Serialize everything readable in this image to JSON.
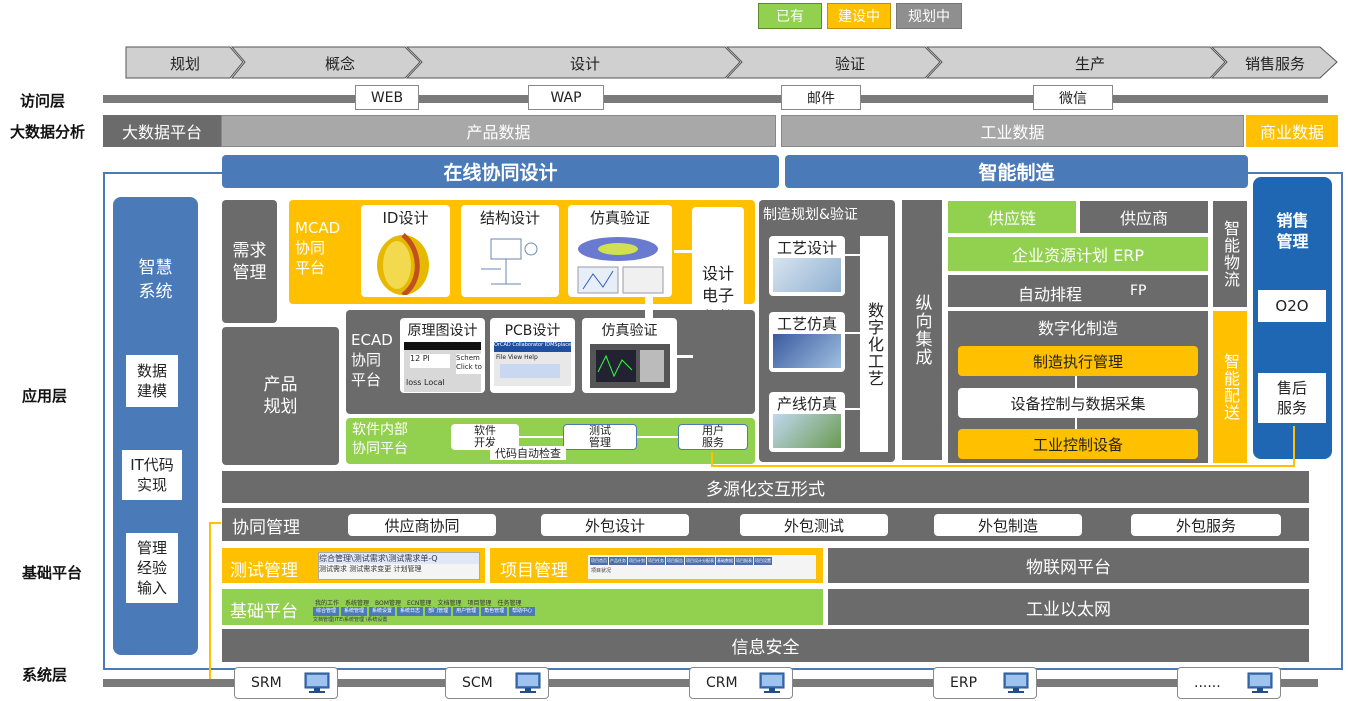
{
  "legend": {
    "existing": "已有",
    "building": "建设中",
    "planning": "规划中"
  },
  "stages": [
    "规划",
    "概念",
    "设计",
    "验证",
    "生产",
    "销售服务"
  ],
  "layers": {
    "access": "访问层",
    "bigdata": "大数据分析",
    "application": "应用层",
    "base": "基础平台",
    "system": "系统层"
  },
  "access_channels": [
    "WEB",
    "WAP",
    "邮件",
    "微信"
  ],
  "bigdata": {
    "platform": "大数据平台",
    "product": "产品数据",
    "industrial": "工业数据",
    "business": "商业数据"
  },
  "headers": {
    "online_design": "在线协同设计",
    "smart_mfg": "智能制造"
  },
  "left_col": {
    "smart_system": "智慧\n系统",
    "data_model": "数据\n建模",
    "it_code": "IT代码\n实现",
    "mgmt_exp": "管理\n经验\n输入"
  },
  "design": {
    "req_mgmt": "需求\n管理",
    "product_plan": "产品\n规划",
    "mcad": "MCAD\n协同\n平台",
    "mcad_items": [
      "ID设计",
      "结构设计",
      "仿真验证"
    ],
    "ecad": "ECAD\n协同\n平台",
    "ecad_items": [
      "原理图设计",
      "PCB设计",
      "仿真验证"
    ],
    "ecad_thumb_text1": "12 Pl",
    "ecad_thumb_text2": "Schem\nClick to",
    "ecad_thumb_text3": "loss Local",
    "pcb_thumb_text": "OrCAD Collaborator  IDMSplaced",
    "pcb_thumb_menu": "File  View  Help",
    "design_data": "设计\n电子\n化数\n据",
    "sw_platform": "软件内部\n协同平台",
    "sw_steps": [
      "软件\n开发",
      "测试\n管理",
      "用户\n服务"
    ],
    "sw_auto": "代码自动检查"
  },
  "mfg_plan": {
    "title": "制造规划&验证",
    "items": [
      "工艺设计",
      "工艺仿真",
      "产线仿真"
    ],
    "digital_process": "数字化工艺"
  },
  "vertical_integration": "纵向集成",
  "smart": {
    "supply_chain": "供应链",
    "supplier": "供应商",
    "erp": "企业资源计划 ERP",
    "scheduling": "自动排程",
    "fp": "FP",
    "digital_mfg": "数字化制造",
    "mes": "制造执行管理",
    "device_ctrl": "设备控制与数据采集",
    "industrial_ctrl": "工业控制设备",
    "logistics": "智能物流",
    "distribution": "智能配送"
  },
  "sales": {
    "title": "销售\n管理",
    "o2o": "O2O",
    "after_sales": "售后\n服务"
  },
  "multi_source": "多源化交互形式",
  "collab": {
    "label": "协同管理",
    "items": [
      "供应商协同",
      "外包设计",
      "外包测试",
      "外包制造",
      "外包服务"
    ]
  },
  "test_mgmt": "测试管理",
  "test_tabs": [
    "综合管理\\测试需求\\测试需求单-Q",
    "测试需求  测试需求变更  计划管理"
  ],
  "project_mgmt": "项目管理",
  "project_tabs": [
    "项目首页",
    "产品任务",
    "项目计划",
    "项目任务",
    "项目报告",
    "项目设计分配表",
    "基础数据",
    "项目报表",
    "项目设置"
  ],
  "project_sub": "项目状况",
  "iot": "物联网平台",
  "base_platform": "基础平台",
  "base_icons": [
    "我的工作",
    "系统管理",
    "BOM管理",
    "ECN管理",
    "文档管理",
    "项目管理",
    "任务管理"
  ],
  "base_tabs": [
    "综合管理",
    "系统管理",
    "系统设置",
    "系统日志",
    "部门管理",
    "用户管理",
    "角色管理",
    "帮助中心"
  ],
  "base_footer": "文档管理|ITE\\系统管理 \\系统设置",
  "industrial_ethernet": "工业以太网",
  "info_security": "信息安全",
  "systems": [
    "SRM",
    "SCM",
    "CRM",
    "ERP",
    "......"
  ],
  "colors": {
    "gray": "#6b6b6b",
    "blue": "#4a7ab8",
    "green": "#92d050",
    "yellow": "#ffc000",
    "dblue": "#1f67b3"
  }
}
